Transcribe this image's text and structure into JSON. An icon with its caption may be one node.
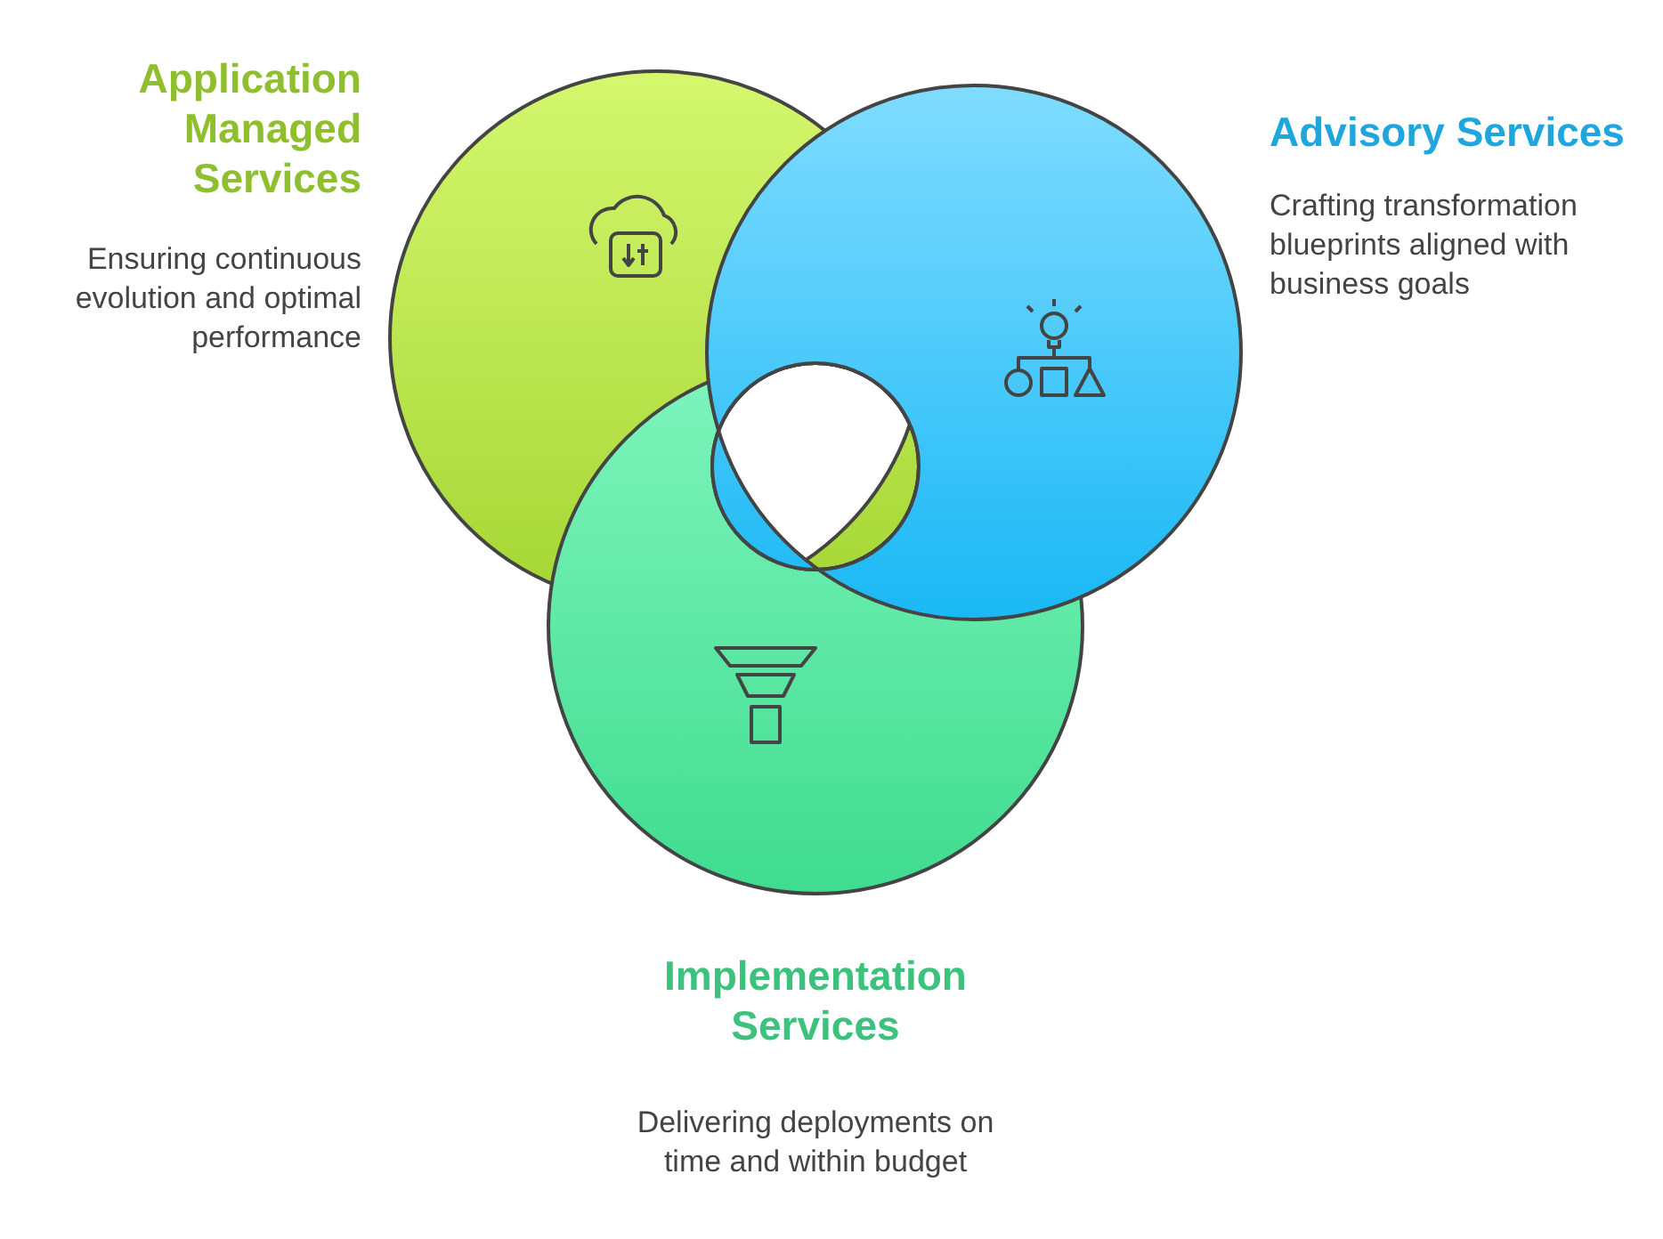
{
  "diagram": {
    "nodes": [
      {
        "text": [
          "Application Managed Services",
          "Ensuring continuous evolution and optimal performance"
        ]
      },
      {
        "text": [
          "Advisory Services",
          "Crafting transformation blueprints aligned with business goals"
        ]
      },
      {
        "text": [
          "Implementation Services",
          "Delivering deployments on time and within budget"
        ]
      }
    ],
    "edges": []
  }
}
